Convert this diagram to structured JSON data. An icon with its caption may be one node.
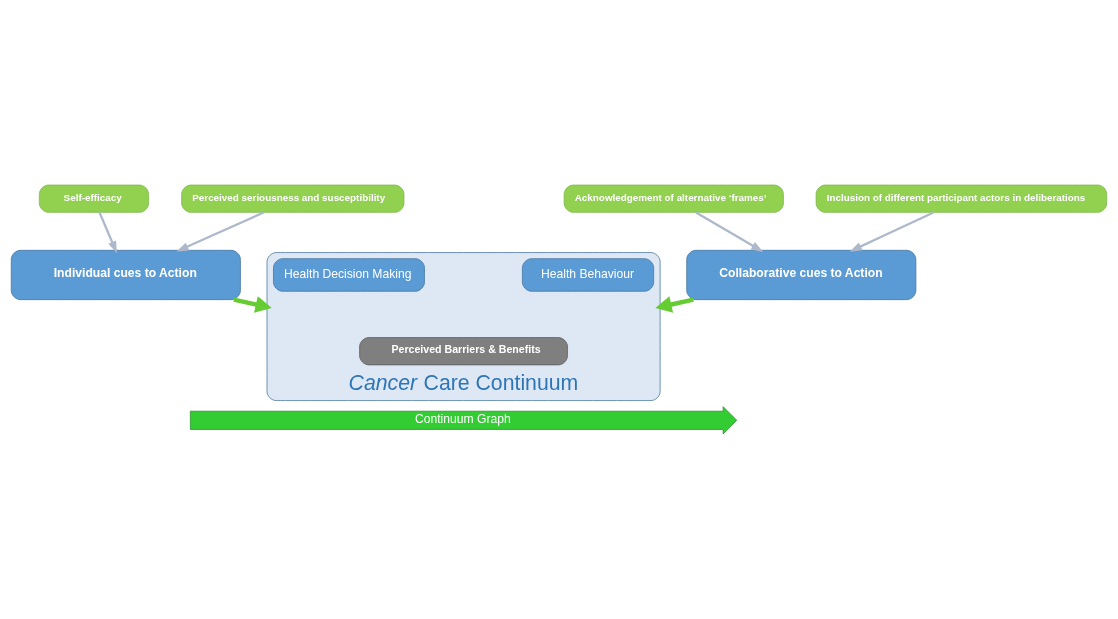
{
  "diagram": {
    "nodes": [
      {
        "text": [
          "Self-efficacy"
        ]
      },
      {
        "text": [
          "Perceived seriousness and susceptibility"
        ]
      },
      {
        "text": [
          "Acknowledgement of alternative ‘frames’"
        ]
      },
      {
        "text": [
          "Inclusion of different participant actors in deliberations"
        ]
      },
      {
        "text": [
          "Individual cues to Action"
        ]
      },
      {
        "text": [
          "Collaborative cues to Action"
        ]
      },
      {
        "text": [
          "*Cancer* Care Continuum"
        ]
      },
      {
        "text": [
          "Health Decision Making"
        ],
        "in": 6
      },
      {
        "text": [
          "Health Behaviour"
        ],
        "in": 6
      },
      {
        "text": [
          "Perceived Barriers & Benefits"
        ],
        "in": 6
      },
      {
        "text": [
          "Continuum Graph"
        ]
      }
    ],
    "edges": [
      {
        "from": 0,
        "to": 4,
        "arrow": "to"
      },
      {
        "from": 1,
        "to": 4,
        "arrow": "to"
      },
      {
        "from": 2,
        "to": 5,
        "arrow": "to"
      },
      {
        "from": 3,
        "to": 5,
        "arrow": "to"
      },
      {
        "from": 4,
        "to": 6,
        "arrow": "to",
        "style": "thick",
        "color": "#66cc33"
      },
      {
        "from": 5,
        "to": 6,
        "arrow": "to",
        "style": "thick",
        "color": "#66cc33"
      }
    ]
  }
}
